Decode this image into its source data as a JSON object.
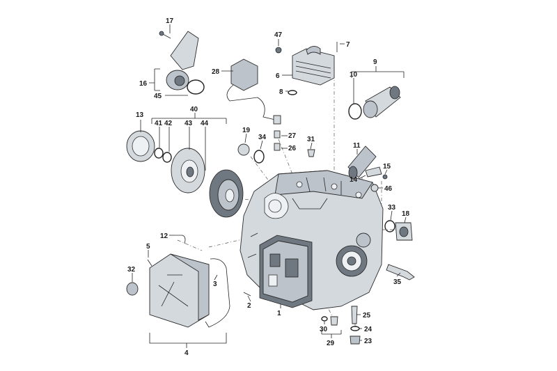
{
  "labels": [
    {
      "id": "p17",
      "text": "17"
    },
    {
      "id": "p16",
      "text": "16"
    },
    {
      "id": "p45",
      "text": "45"
    },
    {
      "id": "p28",
      "text": "28"
    },
    {
      "id": "p47",
      "text": "47"
    },
    {
      "id": "p7",
      "text": "7"
    },
    {
      "id": "p6",
      "text": "6"
    },
    {
      "id": "p8",
      "text": "8"
    },
    {
      "id": "p9",
      "text": "9"
    },
    {
      "id": "p10",
      "text": "10"
    },
    {
      "id": "p13",
      "text": "13"
    },
    {
      "id": "p40",
      "text": "40"
    },
    {
      "id": "p41",
      "text": "41"
    },
    {
      "id": "p42",
      "text": "42"
    },
    {
      "id": "p43",
      "text": "43"
    },
    {
      "id": "p44",
      "text": "44"
    },
    {
      "id": "p19",
      "text": "19"
    },
    {
      "id": "p34",
      "text": "34"
    },
    {
      "id": "p27",
      "text": "27"
    },
    {
      "id": "p26",
      "text": "26"
    },
    {
      "id": "p31",
      "text": "31"
    },
    {
      "id": "p11",
      "text": "11"
    },
    {
      "id": "p15",
      "text": "15"
    },
    {
      "id": "p14",
      "text": "14"
    },
    {
      "id": "p46",
      "text": "46"
    },
    {
      "id": "p33",
      "text": "33"
    },
    {
      "id": "p18",
      "text": "18"
    },
    {
      "id": "p12",
      "text": "12"
    },
    {
      "id": "p5",
      "text": "5"
    },
    {
      "id": "p32",
      "text": "32"
    },
    {
      "id": "p3",
      "text": "3"
    },
    {
      "id": "p35",
      "text": "35"
    },
    {
      "id": "p2",
      "text": "2"
    },
    {
      "id": "p1",
      "text": "1"
    },
    {
      "id": "p25",
      "text": "25"
    },
    {
      "id": "p30",
      "text": "30"
    },
    {
      "id": "p24",
      "text": "24"
    },
    {
      "id": "p29",
      "text": "29"
    },
    {
      "id": "p23",
      "text": "23"
    },
    {
      "id": "p4",
      "text": "4"
    }
  ]
}
